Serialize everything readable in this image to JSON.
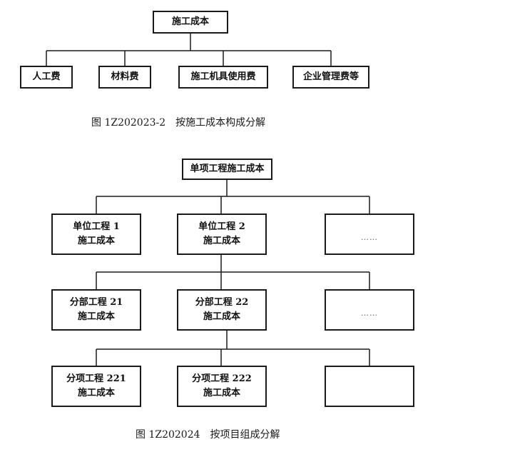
{
  "diagram1": {
    "root": "施工成本",
    "children": [
      "人工费",
      "材料费",
      "施工机具使用费",
      "企业管理费等"
    ],
    "caption_prefix": "图 1Z202023-2",
    "caption_text": "按施工成本构成分解"
  },
  "diagram2": {
    "root": "单项工程施工成本",
    "level1": [
      {
        "line1": "单位工程 1",
        "line2": "施工成本"
      },
      {
        "line1": "单位工程 2",
        "line2": "施工成本"
      },
      {
        "dots": "……"
      }
    ],
    "level2": [
      {
        "line1": "分部工程 21",
        "line2": "施工成本"
      },
      {
        "line1": "分部工程 22",
        "line2": "施工成本"
      },
      {
        "dots": "……"
      }
    ],
    "level3": [
      {
        "line1": "分项工程 221",
        "line2": "施工成本"
      },
      {
        "line1": "分项工程 222",
        "line2": "施工成本"
      },
      {
        "dots": ""
      }
    ],
    "caption_prefix": "图 1Z202024",
    "caption_text": "按项目组成分解"
  }
}
